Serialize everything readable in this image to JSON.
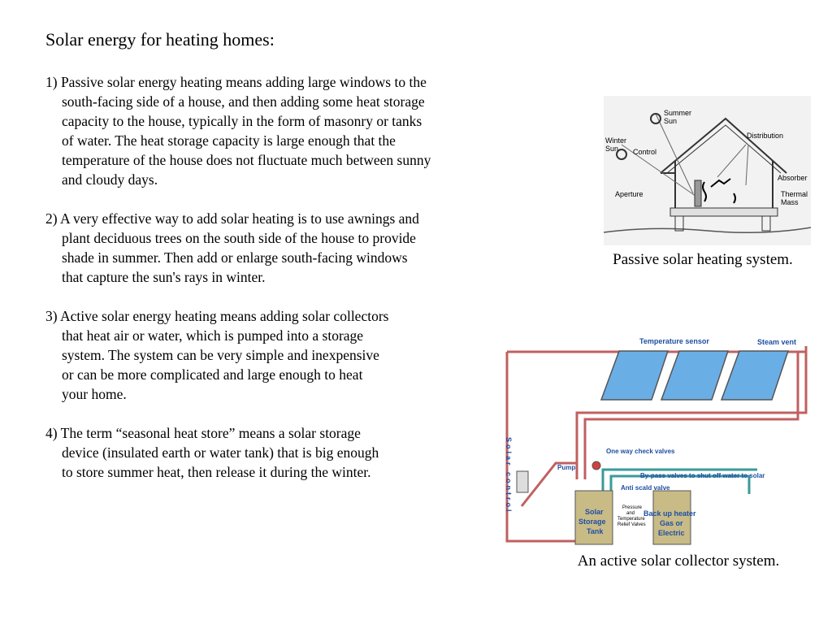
{
  "title": "Solar energy for heating homes:",
  "paragraphs": [
    {
      "lines": [
        "1) Passive solar energy heating means adding large windows to the",
        "south-facing side of a house, and then adding some heat storage",
        "capacity to the house, typically in the form of masonry or tanks",
        "of water.  The heat storage capacity is large enough that the",
        "temperature of the house does not fluctuate much between sunny",
        "and cloudy days."
      ]
    },
    {
      "lines": [
        "2) A very effective way to add solar heating is to use awnings and",
        "plant deciduous trees on the south side of the house to provide",
        "shade in summer. Then add or enlarge south-facing windows",
        "that capture the sun's rays in winter."
      ]
    },
    {
      "lines": [
        "3) Active solar energy heating means adding solar collectors",
        "that heat air or water, which is pumped into a storage",
        "system. The system can be very simple and inexpensive",
        "or can be more complicated and large enough to heat",
        "your home."
      ]
    },
    {
      "lines": [
        "4) The term “seasonal heat store” means a solar storage",
        "device (insulated earth or water tank) that is big enough",
        "to store summer heat, then release it during the winter."
      ]
    }
  ],
  "figure_passive": {
    "caption": "Passive solar heating system.",
    "labels": {
      "summer_sun_1": "Summer",
      "summer_sun_2": "Sun",
      "winter_sun_1": "Winter",
      "winter_sun_2": "Sun",
      "control": "Control",
      "distribution": "Distribution",
      "absorber": "Absorber",
      "thermal_1": "Thermal",
      "thermal_2": "Mass",
      "aperture": "Aperture"
    }
  },
  "figure_active": {
    "caption": "An active solar collector system.",
    "labels": {
      "temperature_sensor": "Temperature sensor",
      "steam_vent": "Steam vent",
      "one_way": "One way check valves",
      "pump": "Pump",
      "bypass": "By-pass valves to shut off water to solar",
      "anti_scald": "Anti scald valve",
      "pressure_1": "Pressure",
      "pressure_2": "and",
      "pressure_3": "Temperature",
      "pressure_4": "Relief Valves",
      "tank_1": "Solar",
      "tank_2": "Storage",
      "tank_3": "Tank",
      "heater_1": "Back up heater",
      "heater_2": "Gas or",
      "heater_3": "Electric",
      "solar_control": "Solar control"
    }
  },
  "colors": {
    "label_blue": "#1f4fa3",
    "pipe_red": "#b03a3a",
    "pipe_teal": "#3a9a9a",
    "panel_blue": "#6aaee6",
    "tank_fill": "#c8bb86"
  }
}
